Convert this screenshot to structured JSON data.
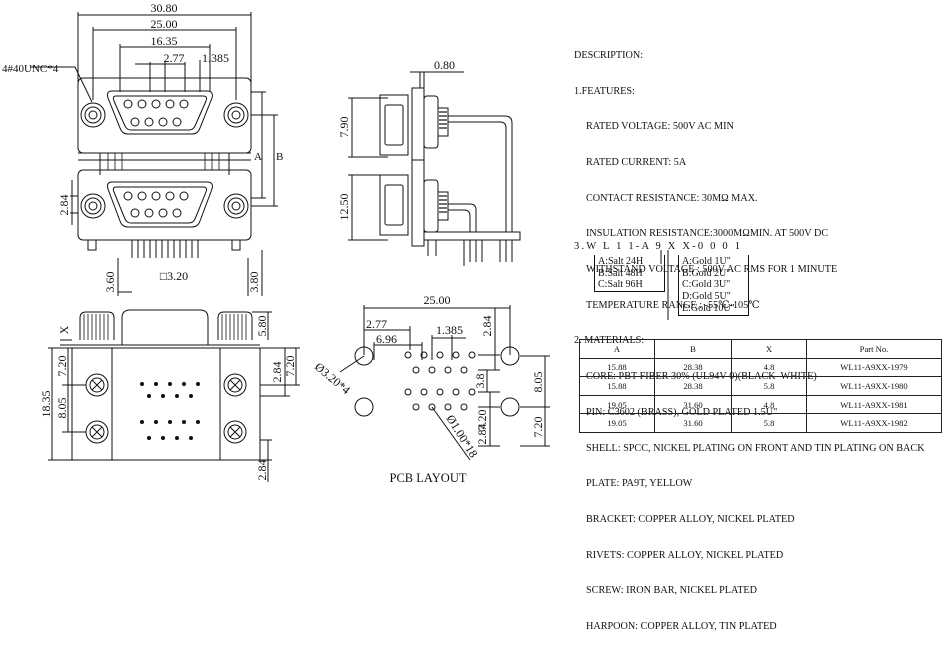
{
  "front_view": {
    "dim_overall": "30.80",
    "dim_mount": "25.00",
    "dim_pins": "16.35",
    "dim_pitch": "2.77",
    "dim_half_pitch": "1.385",
    "screw_label": "4#40UNC*4",
    "dim_a": "A",
    "dim_b": "B",
    "dim_left": "2.84",
    "dim_bottom_left": "3.60",
    "dim_square": "□3.20",
    "dim_bottom_right": "3.80"
  },
  "side_view": {
    "dim_top": "0.80",
    "dim_upper": "7.90",
    "dim_lower": "12.50"
  },
  "bottom_view": {
    "dim_x": "X",
    "dim_580": "5.80",
    "dim_720a": "7.20",
    "dim_720b": "7.20",
    "dim_1835": "18.35",
    "dim_805": "8.05",
    "dim_284a": "2.84",
    "dim_284b": "2.84"
  },
  "pcb_layout": {
    "dim_overall": "25.00",
    "dim_277": "2.77",
    "dim_696": "6.96",
    "dim_1385": "1.385",
    "dim_284a": "2.84",
    "dim_320": "Ø3.20*4",
    "dim_38": "3.8",
    "dim_805": "8.05",
    "dim_720a": "7.20",
    "dim_720b": "7.20",
    "dim_284b": "2.84",
    "dim_hole": "Ø1.00*18",
    "caption": "PCB LAYOUT"
  },
  "description": {
    "title": "DESCRIPTION:",
    "features_heading": "1.FEATURES:",
    "features": [
      "RATED VOLTAGE: 500V AC MIN",
      "RATED CURRENT: 5A",
      "CONTACT RESISTANCE: 30MΩ MAX.",
      "INSULATION RESISTANCE:3000MΩMIN. AT 500V DC",
      "WITHSTAND VOLTAGE : 500V AC RMS FOR 1 MINUTE",
      "TEMPERATURE RANGE : -55℃-105℃"
    ],
    "materials_heading": "2. MATERIALS:",
    "materials": [
      "CORE: PBT FIBER 30% (UL94V-0)(BLACK  WHITE)",
      "PIN: C3602 (BRASS), GOLD PLATED 1.5U\"",
      "SHELL: SPCC, NICKEL PLATING ON FRONT AND TIN PLATING ON BACK",
      "PLATE: PA9T, YELLOW",
      "BRACKET: COPPER ALLOY, NICKEL PLATED",
      "RIVETS: COPPER ALLOY, NICKEL PLATED",
      "SCREW: IRON BAR, NICKEL PLATED",
      "HARPOON: COPPER ALLOY, TIN PLATED"
    ],
    "part_code": "3.W L 1 1-A 9 X X-0 0 0 1",
    "salt_options": [
      "A:Salt 24H",
      "B:Salt 48H",
      "C:Salt 96H"
    ],
    "gold_options": [
      "A:Gold 1U\"",
      "B:Gold 2U\"",
      "C:Gold 3U\"",
      "D:Gold 5U\"",
      "E:Gold 10U\""
    ]
  },
  "part_table": {
    "headers": [
      "A",
      "B",
      "X",
      "Part  No."
    ],
    "rows": [
      [
        "15.88",
        "28.38",
        "4.8",
        "WL11-A9XX-1979"
      ],
      [
        "15.88",
        "28.38",
        "5.8",
        "WL11-A9XX-1980"
      ],
      [
        "19.05",
        "31.60",
        "4.8",
        "WL11-A9XX-1981"
      ],
      [
        "19.05",
        "31.60",
        "5.8",
        "WL11-A9XX-1982"
      ]
    ]
  }
}
